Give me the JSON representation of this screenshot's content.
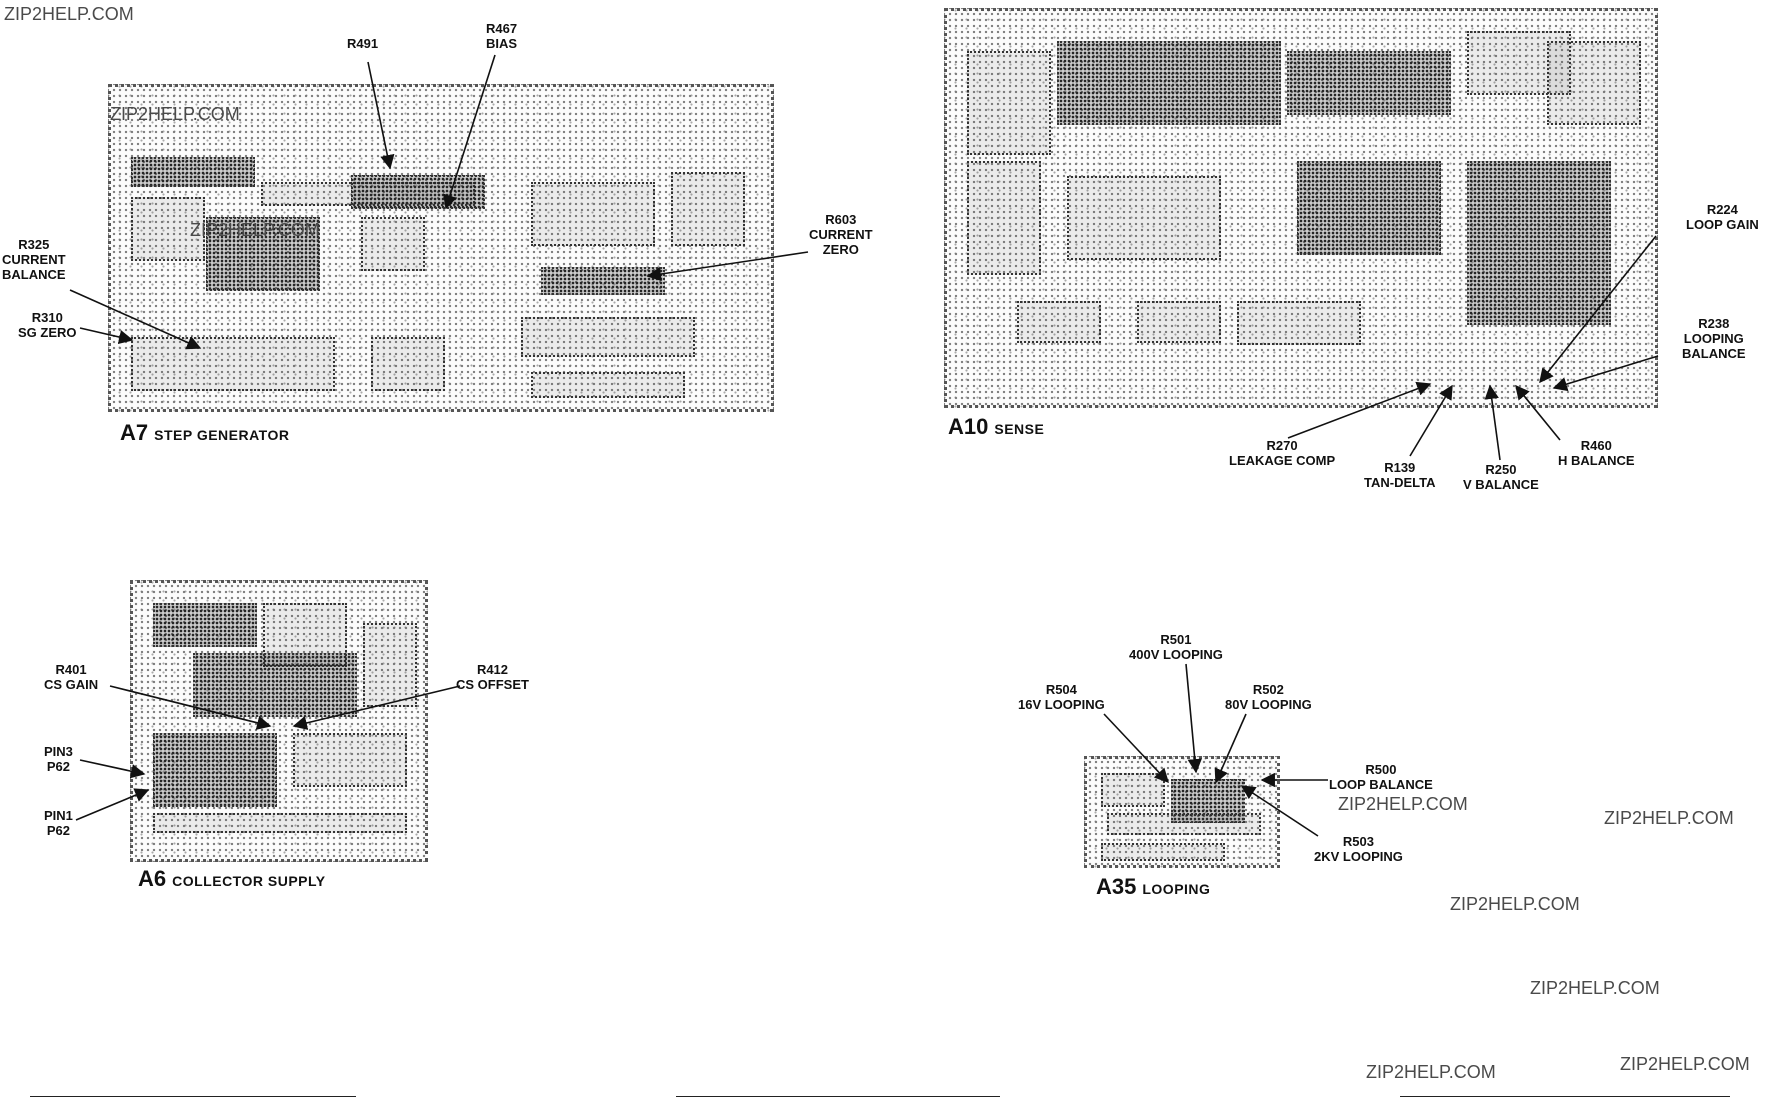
{
  "watermark": "ZIP2HELP.COM",
  "boards": {
    "a7": {
      "code": "A7",
      "name": "STEP GENERATOR"
    },
    "a10": {
      "code": "A10",
      "name": "SENSE"
    },
    "a6": {
      "code": "A6",
      "name": "COLLECTOR SUPPLY"
    },
    "a35": {
      "code": "A35",
      "name": "LOOPING"
    }
  },
  "callouts": {
    "r491": "R491",
    "r467": "R467\nBIAS",
    "r325": "R325\nCURRENT\nBALANCE",
    "r310": "R310\nSG ZERO",
    "r603": "R603\nCURRENT\nZERO",
    "r224": "R224\nLOOP GAIN",
    "r238": "R238\nLOOPING\nBALANCE",
    "r270": "R270\nLEAKAGE COMP",
    "r139": "R139\nTAN-DELTA",
    "r250": "R250\nV BALANCE",
    "r460": "R460\nH BALANCE",
    "r401": "R401\nCS GAIN",
    "r412": "R412\nCS OFFSET",
    "pin3": "PIN3\nP62",
    "pin1": "PIN1\nP62",
    "r501": "R501\n400V LOOPING",
    "r504": "R504\n16V LOOPING",
    "r502": "R502\n80V LOOPING",
    "r500": "R500\nLOOP BALANCE",
    "r503": "R503\n2KV LOOPING"
  }
}
